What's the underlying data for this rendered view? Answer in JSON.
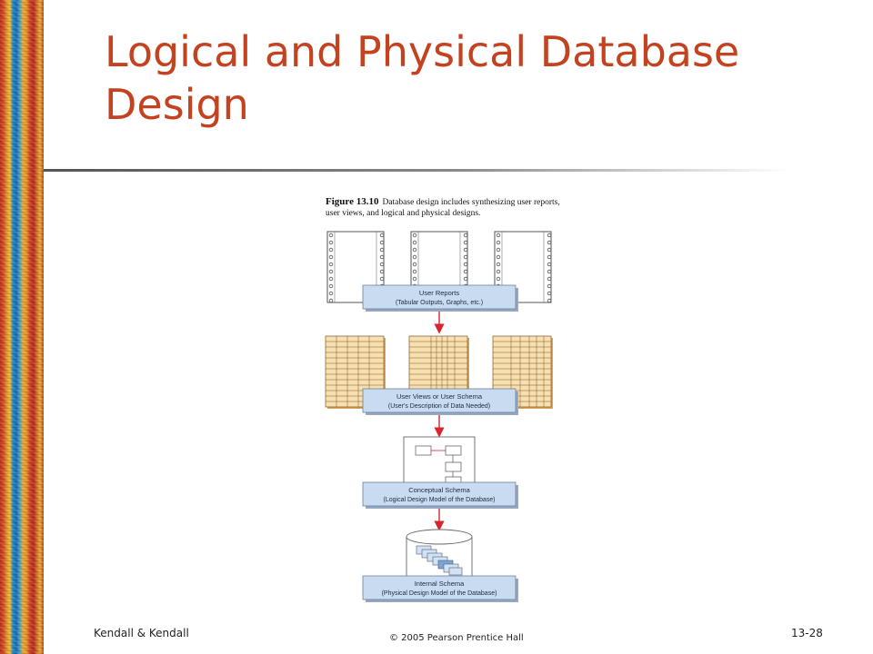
{
  "title": "Logical and Physical Database Design",
  "figure": {
    "number": "Figure 13.10",
    "caption": "Database design includes synthesizing user reports, user views, and logical and physical designs.",
    "steps": [
      {
        "line1": "User Reports",
        "line2": "(Tabular Outputs, Graphs, etc.)"
      },
      {
        "line1": "User Views or User Schema",
        "line2": "(User's Description of Data Needed)"
      },
      {
        "line1": "Conceptual Schema",
        "line2": "(Logical Design Model of the Database)"
      },
      {
        "line1": "Internal Schema",
        "line2": "(Physical Design Model of the Database)"
      }
    ]
  },
  "footer": {
    "left": "Kendall & Kendall",
    "center": "© 2005 Pearson Prentice Hall",
    "right": "13-28"
  },
  "colors": {
    "title": "#c4421f",
    "step_box": "#c9dbf0",
    "arrow": "#d7262e",
    "table_fill": "#f8dfb0"
  }
}
